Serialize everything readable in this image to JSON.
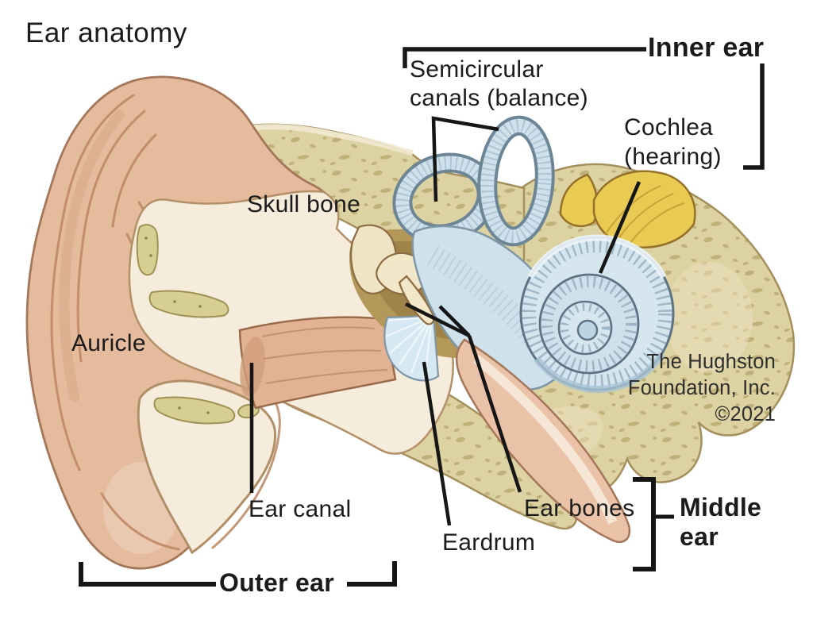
{
  "title": "Ear anatomy",
  "labels": {
    "semicircular_line1": "Semicircular",
    "semicircular_line2": "canals (balance)",
    "inner_ear": "Inner ear",
    "cochlea_line1": "Cochlea",
    "cochlea_line2": "(hearing)",
    "skull_bone": "Skull bone",
    "auricle": "Auricle",
    "ear_canal": "Ear canal",
    "eardrum": "Eardrum",
    "ear_bones": "Ear bones",
    "middle_ear_line1": "Middle",
    "middle_ear_line2": "ear",
    "outer_ear": "Outer ear"
  },
  "credit": {
    "line1": "The Hughston",
    "line2": "Foundation, Inc.",
    "line3": "©2021"
  },
  "colors": {
    "background": "#ffffff",
    "skin": "#e5bb9d",
    "skin_shadow": "#c18a68",
    "bone": "#ddd3a2",
    "bone_speckle": "#ab9a5e",
    "cartilage_cream": "#f6ecdb",
    "cartilage_green": "#d7cf92",
    "inner_ear_blue": "#cfe2ec",
    "eardrum_blue": "#d6e8f2",
    "nerve_yellow": "#e9cb54",
    "ossicle_cream": "#f2e7c8",
    "annotation_line": "#161616",
    "text": "#1b1b1b"
  }
}
